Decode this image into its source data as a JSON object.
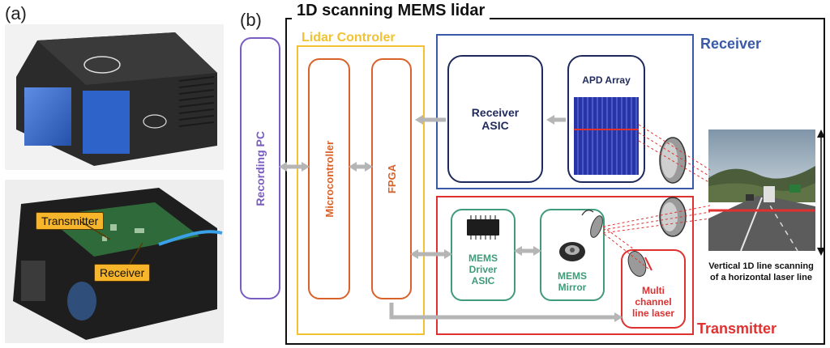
{
  "panel_a": {
    "label": "(a)",
    "callouts": {
      "transmitter": "Transmitter",
      "receiver": "Receiver"
    }
  },
  "panel_b": {
    "label": "(b)",
    "title": "1D scanning MEMS lidar",
    "recording_pc": "Recording PC",
    "lidar_controller": "Lidar Controler",
    "microcontroller": "Microcontroller",
    "fpga": "FPGA",
    "receiver": {
      "title": "Receiver",
      "asic_line1": "Receiver",
      "asic_line2": "ASIC",
      "apd": "APD Array"
    },
    "transmitter": {
      "title": "Transmitter",
      "driver_line1": "MEMS",
      "driver_line2": "Driver",
      "driver_line3": "ASIC",
      "mirror_line1": "MEMS",
      "mirror_line2": "Mirror",
      "laser_line1": "Multi",
      "laser_line2": "channel",
      "laser_line3": "line laser"
    },
    "scan_caption_line1": "Vertical 1D line scanning",
    "scan_caption_line2": "of a horizontal laser line"
  },
  "colors": {
    "controller": "#f2c232",
    "receiver": "#3a59a8",
    "transmitter": "#e03131",
    "recording_pc": "#7b5cc2",
    "micro_fpga": "#d9622b",
    "asic_box": "#1f2a5c",
    "green_box": "#3f9b7a",
    "arrow": "#b5b5b5"
  }
}
